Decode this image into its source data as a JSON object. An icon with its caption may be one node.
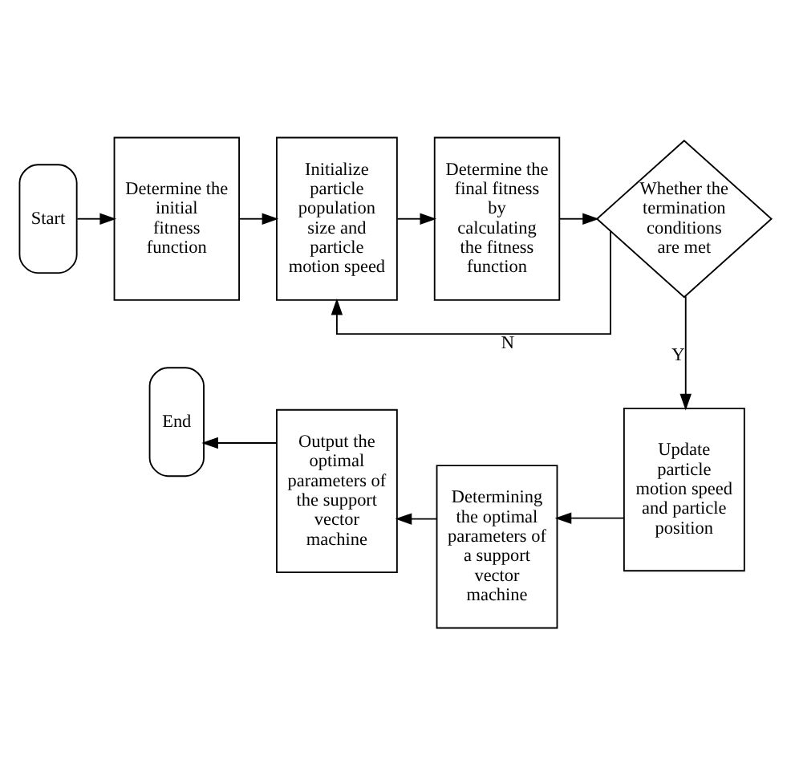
{
  "diagram": {
    "nodes": [
      {
        "text": [
          "Start"
        ]
      },
      {
        "text": [
          "Determine the initial fitness function"
        ]
      },
      {
        "text": [
          "Initialize particle population size and particle motion speed"
        ]
      },
      {
        "text": [
          "Determine the final fitness by calculating the fitness function"
        ]
      },
      {
        "text": [
          "Whether the termination conditions are met"
        ]
      },
      {
        "text": [
          "Update particle motion speed and particle position"
        ]
      },
      {
        "text": [
          "Determining the optimal parameters of a support vector machine"
        ]
      },
      {
        "text": [
          "Output the optimal parameters of the support vector machine"
        ]
      },
      {
        "text": [
          "End"
        ]
      }
    ],
    "edges": [
      {
        "from": 0,
        "to": 1,
        "arrow": "to"
      },
      {
        "from": 1,
        "to": 2,
        "arrow": "to"
      },
      {
        "from": 2,
        "to": 3,
        "arrow": "to"
      },
      {
        "from": 3,
        "to": 4,
        "arrow": "to"
      },
      {
        "from": 4,
        "to": 2,
        "arrow": "to",
        "label": "N"
      },
      {
        "from": 4,
        "to": 5,
        "arrow": "to",
        "label": "Y"
      },
      {
        "from": 5,
        "to": 6,
        "arrow": "to"
      },
      {
        "from": 6,
        "to": 7,
        "arrow": "to"
      },
      {
        "from": 7,
        "to": 8,
        "arrow": "to"
      }
    ]
  }
}
